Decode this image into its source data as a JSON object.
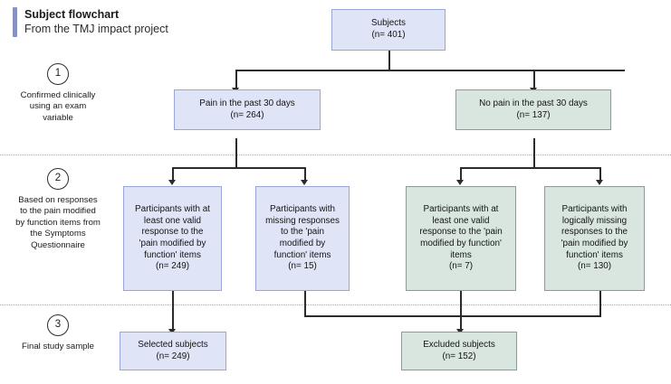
{
  "header": {
    "title": "Subject flowchart",
    "subtitle": "From the TMJ impact project"
  },
  "stages": [
    {
      "number": "1",
      "text": "Confirmed clinically\nusing an exam\nvariable"
    },
    {
      "number": "2",
      "text": "Based on\nresponses to the\npain modified by\nfunction items\nfrom the\nSymptoms\nQuestionnaire"
    },
    {
      "number": "3",
      "text": "Final study\nsample"
    }
  ],
  "nodes": {
    "root": {
      "label": "Subjects\n(n= 401)",
      "count": "401",
      "color": "blue"
    },
    "pain": {
      "label": "Pain in the past 30 days\n(n= 264)",
      "count": "264",
      "color": "blue"
    },
    "nopain": {
      "label": "No pain in the past 30 days\n(n= 137)",
      "count": "137",
      "color": "green"
    },
    "pain_valid": {
      "label": "Participants with at\nleast one valid\nresponse to the\n'pain modified by\nfunction' items\n(n= 249)",
      "count": "249",
      "color": "blue"
    },
    "pain_missing": {
      "label": "Participants with\nmissing responses\nto the 'pain\nmodified by\nfunction' items\n(n= 15)",
      "count": "15",
      "color": "blue"
    },
    "nopain_valid": {
      "label": "Participants with at\nleast one valid\nresponse to the 'pain\nmodified by function'\nitems\n(n= 7)",
      "count": "7",
      "color": "green"
    },
    "nopain_missing": {
      "label": "Participants with\nlogically missing\nresponses to the\n'pain modified by\nfunction' items\n(n= 130)",
      "count": "130",
      "color": "green"
    },
    "selected": {
      "label": "Selected subjects\n(n= 249)",
      "count": "249",
      "color": "blue"
    },
    "excluded": {
      "label": "Excluded subjects\n(n= 152)",
      "count": "152",
      "color": "green"
    }
  },
  "colors": {
    "blue_fill": "#dfe4f6",
    "blue_border": "#98a5d6",
    "green_fill": "#d8e6df",
    "green_border": "#8c9b94",
    "connector": "#2b2b2b",
    "divider": "#9aa7d4",
    "title_accent": "#8792c2"
  }
}
